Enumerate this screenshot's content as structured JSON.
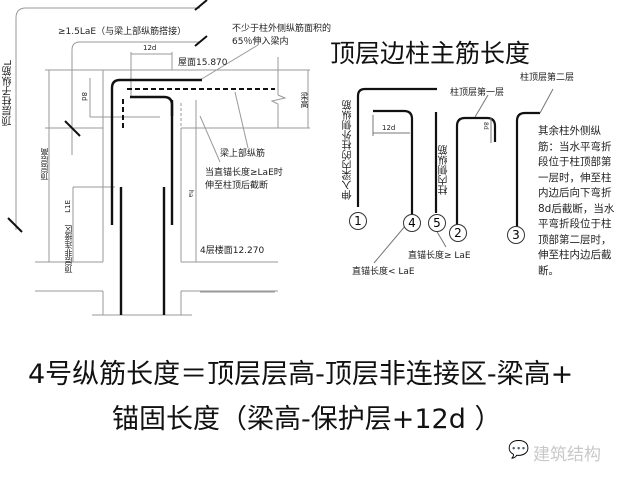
{
  "title": "顶层边柱主筋长度",
  "left_drawing": {
    "anchor_label": "≥1.5LaE（与梁上部纵筋搭接）",
    "outer_note": "不少于柱外侧纵筋面积的65％伸入梁内",
    "dim_12d": "12d",
    "roof_level": "屋面15.870",
    "dim_8d": "8d",
    "beam_height": "梁高",
    "beam_top_bar": "梁上部纵筋",
    "straight_anchor_note_1": "当直锚长度≥LaE时",
    "straight_anchor_note_2": "伸至柱顶后截断",
    "dim_ha": "ha",
    "floor_level": "4层楼面12.270",
    "column_bar_length": "顶层柱子纵筋L",
    "story_height": "顶层层高",
    "dim_l1e": "L1E",
    "non_connect_zone": "顶层非连接区"
  },
  "right_drawing": {
    "bar1_label": "伸入梁内的柱外侧纵筋",
    "dim_12d": "12d",
    "bar5_label": "柱内侧纵筋",
    "layer1": "柱顶层第一层",
    "layer2": "柱顶层第二层",
    "dim_8d": "8d",
    "circles": [
      "1",
      "4",
      "5",
      "2",
      "3"
    ],
    "straight_ge": "直锚长度≥ LaE",
    "straight_lt": "直锚长度< LaE",
    "remaining_note": "其余柱外侧纵筋：当水平弯折段位于柱顶部第一层时，伸至柱内边后向下弯折8d后截断，当水平弯折段位于柱顶部第二层时，伸至柱内边后截断。"
  },
  "formula": {
    "line1": "4号纵筋长度＝顶层层高-顶层非连接区-梁高+",
    "line2": "锚固长度（梁高-保护层+12d ）"
  },
  "watermark": "建筑结构"
}
